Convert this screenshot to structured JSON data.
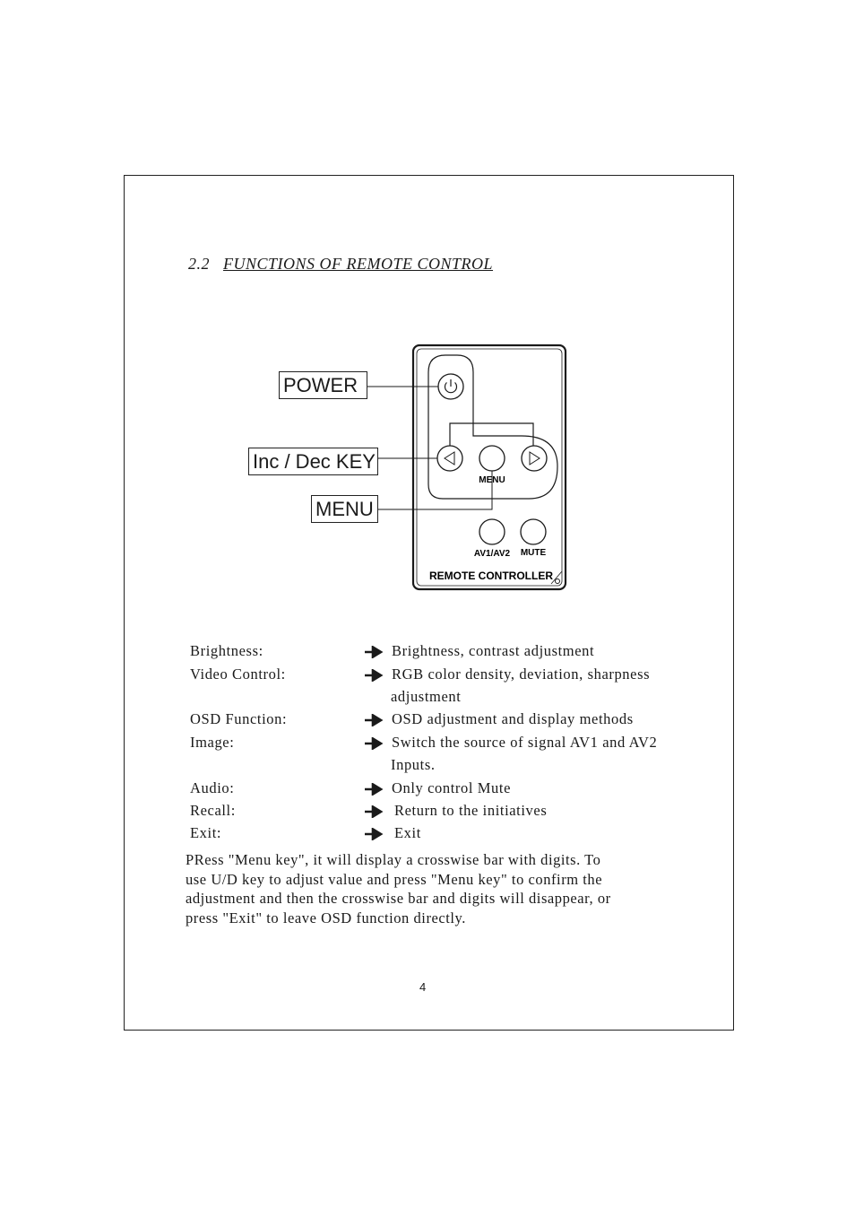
{
  "section": {
    "number": "2.2",
    "title": "FUNCTIONS OF REMOTE CONTROL"
  },
  "diagram": {
    "callouts": {
      "power": "POWER",
      "inc_dec": "Inc / Dec KEY",
      "menu": "MENU"
    },
    "remote": {
      "menu_label": "MENU",
      "av_label": "AV1/AV2",
      "mute_label": "MUTE",
      "name": "REMOTE CONTROLLER"
    }
  },
  "functions": [
    {
      "label": "Brightness:",
      "desc": "Brightness, contrast adjustment"
    },
    {
      "label": "Video Control:",
      "desc": "RGB color density, deviation, sharpness",
      "desc_cont": "adjustment"
    },
    {
      "label": "OSD Function:",
      "desc": "OSD adjustment and display methods"
    },
    {
      "label": "Image:",
      "desc": "Switch the source of signal AV1 and AV2",
      "desc_cont": "Inputs."
    },
    {
      "label": "Audio:",
      "desc": "Only control Mute"
    },
    {
      "label": "Recall:",
      "desc": "Return to the initiatives"
    },
    {
      "label": "Exit:",
      "desc": "Exit"
    }
  ],
  "paragraph": {
    "lines": [
      "PRess \"Menu key\", it will display a crosswise bar with digits. To",
      "use U/D key to adjust value and press \"Menu key\" to confirm the",
      "adjustment and then the crosswise bar and digits will disappear, or",
      "press \"Exit\" to leave OSD function directly."
    ]
  },
  "page_number": "4"
}
